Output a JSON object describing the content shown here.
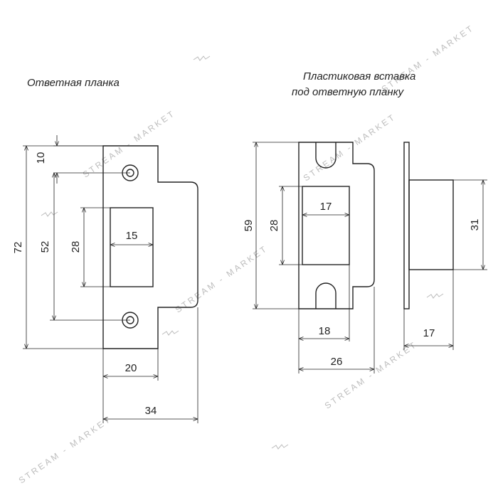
{
  "titles": {
    "strike_plate": "Ответная планка",
    "insert_line1": "Пластиковая вставка",
    "insert_line2": "под ответную планку"
  },
  "dimensions": {
    "strike_top_to_hole": "10",
    "strike_total_height": "72",
    "strike_hole_spacing": "52",
    "strike_slot_height": "28",
    "strike_slot_width": "15",
    "strike_face_width": "20",
    "strike_total_width": "34",
    "insert_height": "59",
    "insert_slot_height": "28",
    "insert_slot_width": "17",
    "insert_inner_width": "18",
    "insert_total_width": "26",
    "insert_side_height": "31",
    "insert_depth": "17"
  },
  "watermark": {
    "text": "STREAM - MARKET"
  }
}
